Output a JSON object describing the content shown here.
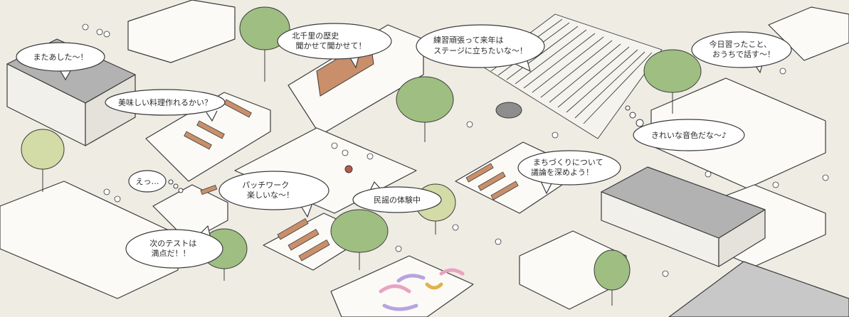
{
  "bubbles": [
    {
      "id": "mataashita",
      "lines": [
        "またあした～！"
      ]
    },
    {
      "id": "kitasenri",
      "lines": [
        "北千里の歴史",
        "聞かせて聞かせて！"
      ]
    },
    {
      "id": "renshu",
      "lines": [
        "練習頑張って来年は",
        "ステージに立ちたいな～！"
      ]
    },
    {
      "id": "kyou",
      "lines": [
        "今日習ったこと、",
        "おうちで話す～！"
      ]
    },
    {
      "id": "ryouri",
      "lines": [
        "美味しい料理作れるかい？"
      ]
    },
    {
      "id": "kirei",
      "lines": [
        "きれいな音色だな～♪"
      ]
    },
    {
      "id": "machizukuri",
      "lines": [
        "まちづくりについて",
        "議論を深めよう！"
      ]
    },
    {
      "id": "e",
      "lines": [
        "えっ…"
      ]
    },
    {
      "id": "patchwork",
      "lines": [
        "パッチワーク",
        "楽しいな～！"
      ]
    },
    {
      "id": "minyou",
      "lines": [
        "民謡の体験中"
      ]
    },
    {
      "id": "test",
      "lines": [
        "次のテストは",
        "満点だ！！"
      ]
    }
  ],
  "colors": {
    "ground": "#efece4",
    "line": "#3b3b3b",
    "tree": "#9fbe82",
    "tree_light": "#d3dba6",
    "wood": "#c98f6a",
    "roof": "#a8a8a8"
  }
}
